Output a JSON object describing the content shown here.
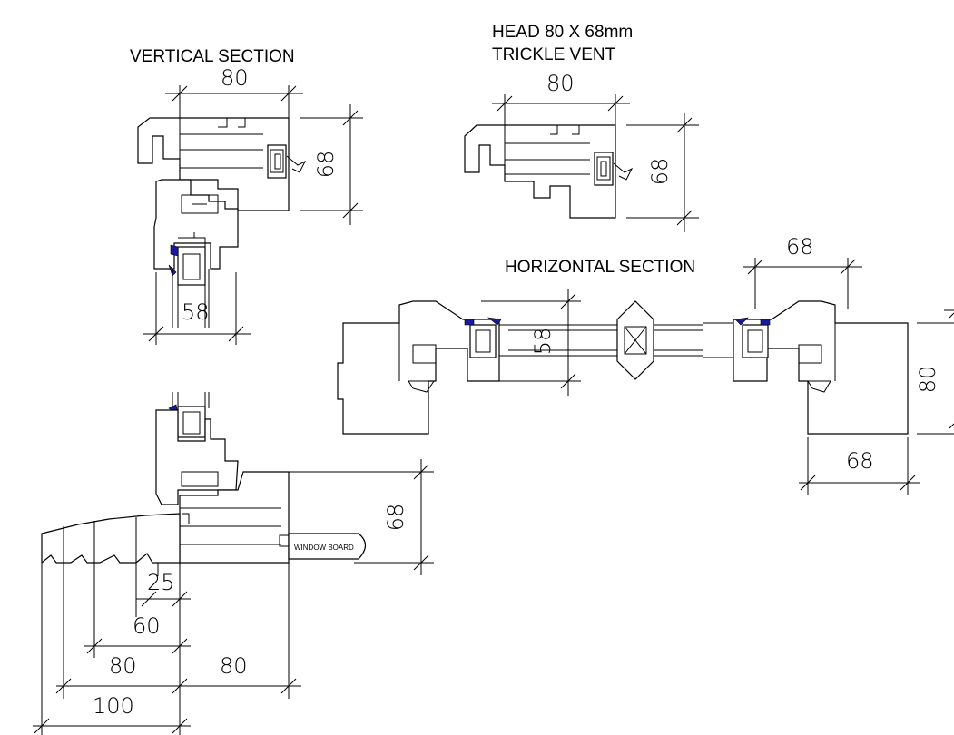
{
  "labels": {
    "vertical_section": "VERTICAL SECTION",
    "head": "HEAD 80 X 68mm",
    "trickle_vent": "TRICKLE VENT",
    "horizontal_section": "HORIZONTAL SECTION",
    "window_board": "WINDOW BOARD"
  },
  "dimensions": {
    "vs_width": "80",
    "vs_height": "68",
    "vs_glazing": "58",
    "head_width": "80",
    "head_height": "68",
    "hs_glazing": "58",
    "hs_right_top": "68",
    "hs_right_height": "80",
    "hs_right_bottom": "68",
    "sill_height": "68",
    "sill_25": "25",
    "sill_60": "60",
    "sill_80_left": "80",
    "sill_80_right": "80",
    "sill_100": "100"
  },
  "colors": {
    "line": "#000000",
    "seal": "#1a1aa0"
  }
}
